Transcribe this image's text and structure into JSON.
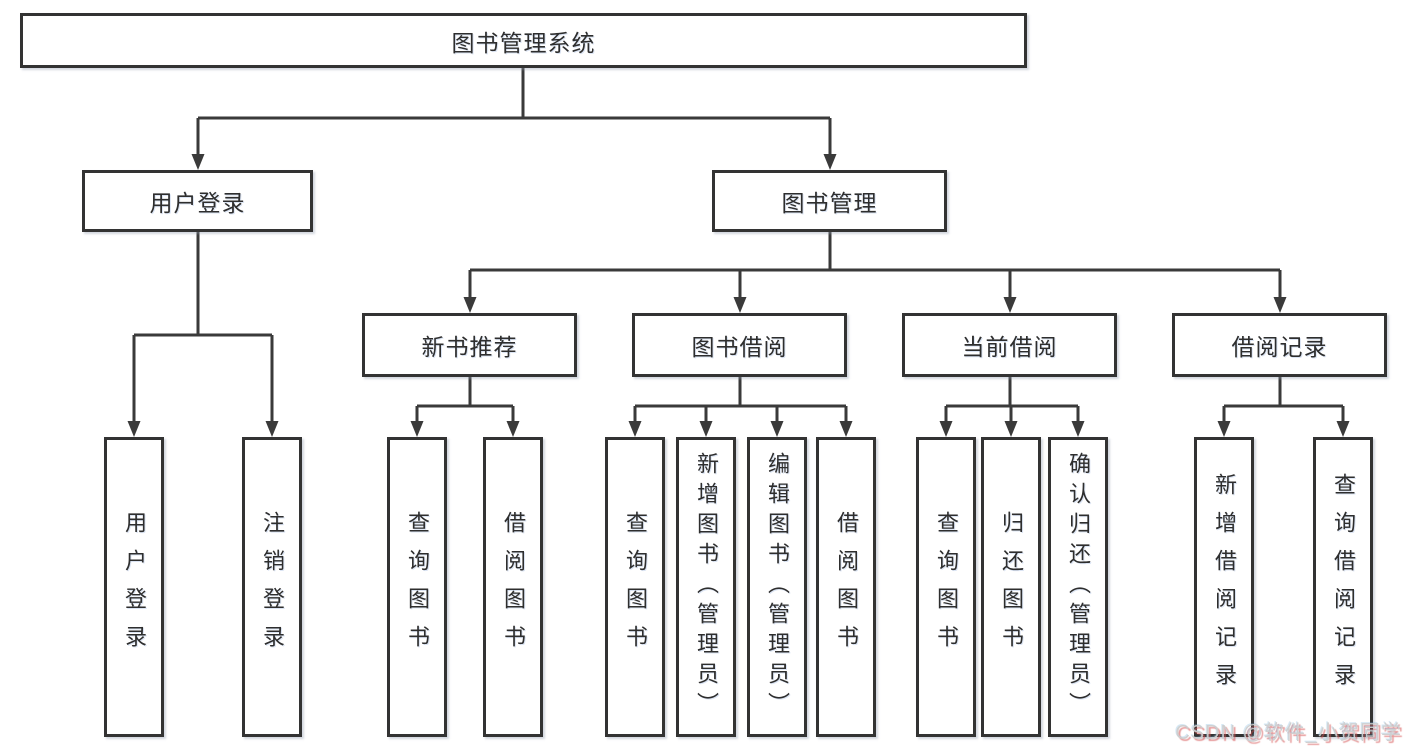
{
  "tree": {
    "label": "图书管理系统",
    "children": [
      {
        "label": "用户登录",
        "children": [
          {
            "label": "用户登录"
          },
          {
            "label": "注销登录"
          }
        ]
      },
      {
        "label": "图书管理",
        "children": [
          {
            "label": "新书推荐",
            "children": [
              {
                "label": "查询图书"
              },
              {
                "label": "借阅图书"
              }
            ]
          },
          {
            "label": "图书借阅",
            "children": [
              {
                "label": "查询图书"
              },
              {
                "label": "新增图书（管理员）"
              },
              {
                "label": "编辑图书（管理员）"
              },
              {
                "label": "借阅图书"
              }
            ]
          },
          {
            "label": "当前借阅",
            "children": [
              {
                "label": "查询图书"
              },
              {
                "label": "归还图书"
              },
              {
                "label": "确认归还（管理员）"
              }
            ]
          },
          {
            "label": "借阅记录",
            "children": [
              {
                "label": "新增借阅记录"
              },
              {
                "label": "查询借阅记录"
              }
            ]
          }
        ]
      }
    ]
  },
  "watermark": {
    "text": "CSDN @软件_小贺同学"
  },
  "colors": {
    "line": "#3a3a3a",
    "box_border": "#333333",
    "text": "#2e2e2e",
    "background": "#ffffff",
    "watermark_text": "#cdcdcd",
    "watermark_shadow": "#d75555"
  }
}
